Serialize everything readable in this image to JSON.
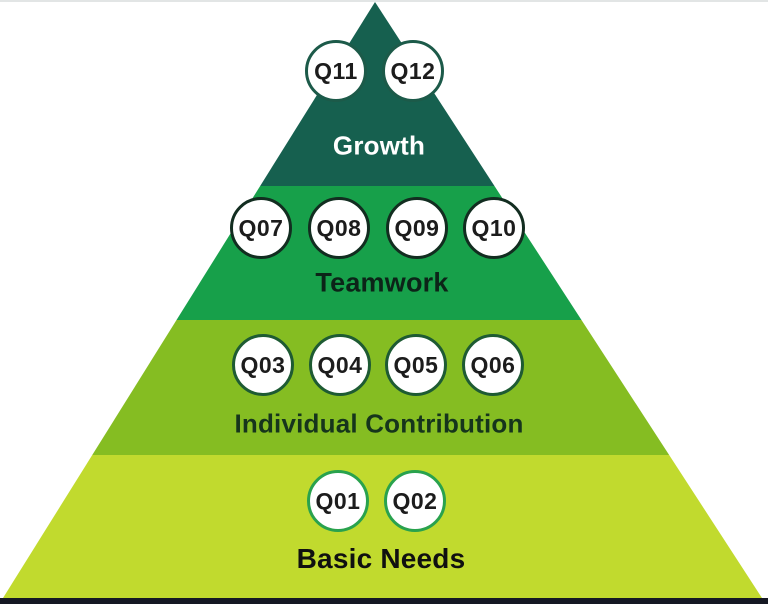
{
  "diagram": {
    "type": "pyramid",
    "levels": [
      {
        "label": "Growth",
        "band_color": "#16604F",
        "label_color": "#FFFFFF",
        "circle_border_color": "#1C5A49",
        "circles": [
          {
            "id": "Q11"
          },
          {
            "id": "Q12"
          }
        ]
      },
      {
        "label": "Teamwork",
        "band_color": "#17A04A",
        "label_color": "#0C2418",
        "circle_border_color": "#122D20",
        "circles": [
          {
            "id": "Q07"
          },
          {
            "id": "Q08"
          },
          {
            "id": "Q09"
          },
          {
            "id": "Q10"
          }
        ]
      },
      {
        "label": "Individual Contribution",
        "band_color": "#85BD22",
        "label_color": "#16351C",
        "circle_border_color": "#1E5B33",
        "circles": [
          {
            "id": "Q03"
          },
          {
            "id": "Q04"
          },
          {
            "id": "Q05"
          },
          {
            "id": "Q06"
          }
        ]
      },
      {
        "label": "Basic Needs",
        "band_color": "#C1DA2E",
        "label_color": "#101010",
        "circle_border_color": "#29A24D",
        "circles": [
          {
            "id": "Q01"
          },
          {
            "id": "Q02"
          }
        ]
      }
    ],
    "circle_fill_color": "#FFFFFF",
    "circle_text_color": "#1C1C1C",
    "bottom_bar_color": "#151823"
  }
}
